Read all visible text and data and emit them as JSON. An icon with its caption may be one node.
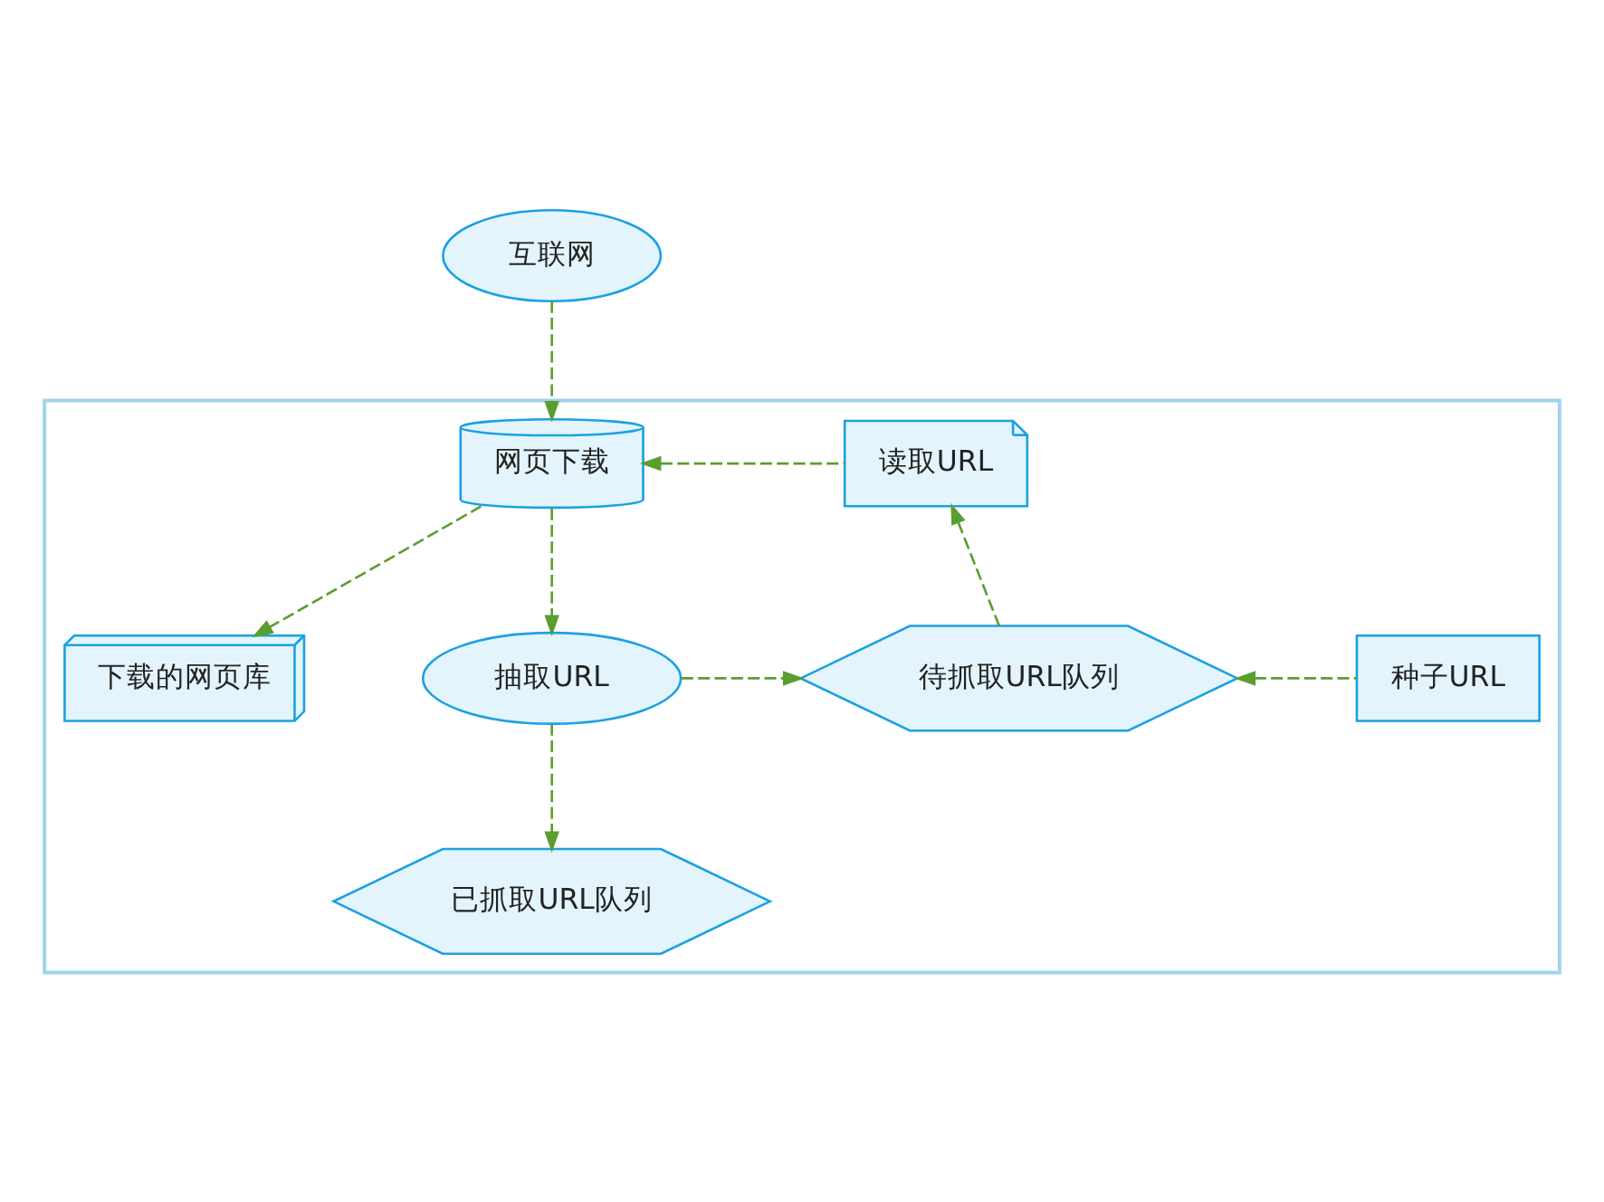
{
  "diagram": {
    "nodes": [
      {
        "text": [
          "互联网"
        ]
      },
      {
        "text": [],
        "shape": "box"
      },
      {
        "text": [
          "网页下载"
        ],
        "in": 1
      },
      {
        "text": [
          "读取URL"
        ],
        "in": 1
      },
      {
        "text": [
          "下载的网页库"
        ],
        "in": 1
      },
      {
        "text": [
          "抽取URL"
        ],
        "in": 1
      },
      {
        "text": [
          "待抓取URL队列"
        ],
        "in": 1
      },
      {
        "text": [
          "种子URL"
        ],
        "in": 1
      },
      {
        "text": [
          "已抓取URL队列"
        ],
        "in": 1
      }
    ],
    "edges": [
      {
        "from": 0,
        "to": 2,
        "arrow": "to",
        "style": "dashed"
      },
      {
        "from": 3,
        "to": 2,
        "arrow": "to",
        "style": "dashed"
      },
      {
        "from": 2,
        "to": 5,
        "arrow": "to",
        "style": "dashed"
      },
      {
        "from": 2,
        "to": 4,
        "arrow": "to",
        "style": "dashed"
      },
      {
        "from": 5,
        "to": 6,
        "arrow": "to",
        "style": "dashed"
      },
      {
        "from": 6,
        "to": 3,
        "arrow": "to",
        "style": "dashed"
      },
      {
        "from": 7,
        "to": 6,
        "arrow": "to",
        "style": "dashed"
      },
      {
        "from": 5,
        "to": 8,
        "arrow": "to",
        "style": "dashed"
      }
    ]
  }
}
